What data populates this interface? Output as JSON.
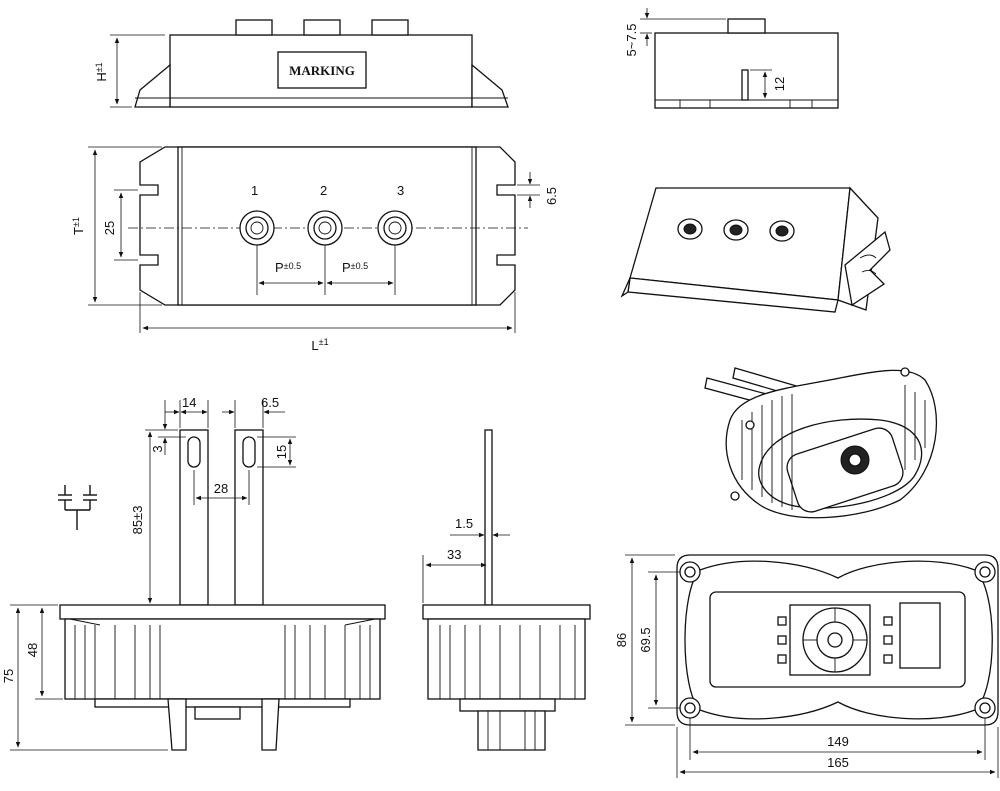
{
  "drawing": {
    "marking_label": "MARKING",
    "front_view": {
      "height_label": "H",
      "height_tol": "±1"
    },
    "side_view": {
      "offset_label": "5~7.5",
      "tab_height_label": "12"
    },
    "top_view": {
      "terminal_labels": [
        "1",
        "2",
        "3"
      ],
      "width_label": "T",
      "width_tol": "±1",
      "slot_span_label": "25",
      "slot_width_label": "6.5",
      "pitch_label": "P",
      "pitch_tol": "±0.5",
      "length_label": "L",
      "length_tol": "±1"
    },
    "capacitor_view": {
      "lead_spacing_left": "14",
      "lead_width": "6.5",
      "slot_top_offset": "3",
      "slot_length": "15",
      "lead_length": "85±3",
      "pitch": "28",
      "total_height": "75",
      "body_height": "48"
    },
    "capacitor_side": {
      "lead_thickness": "1.5",
      "lead_offset": "33"
    },
    "bottom_view": {
      "outer_width": "86",
      "inner_width": "69.5",
      "hole_spacing": "149",
      "overall_length": "165"
    }
  }
}
